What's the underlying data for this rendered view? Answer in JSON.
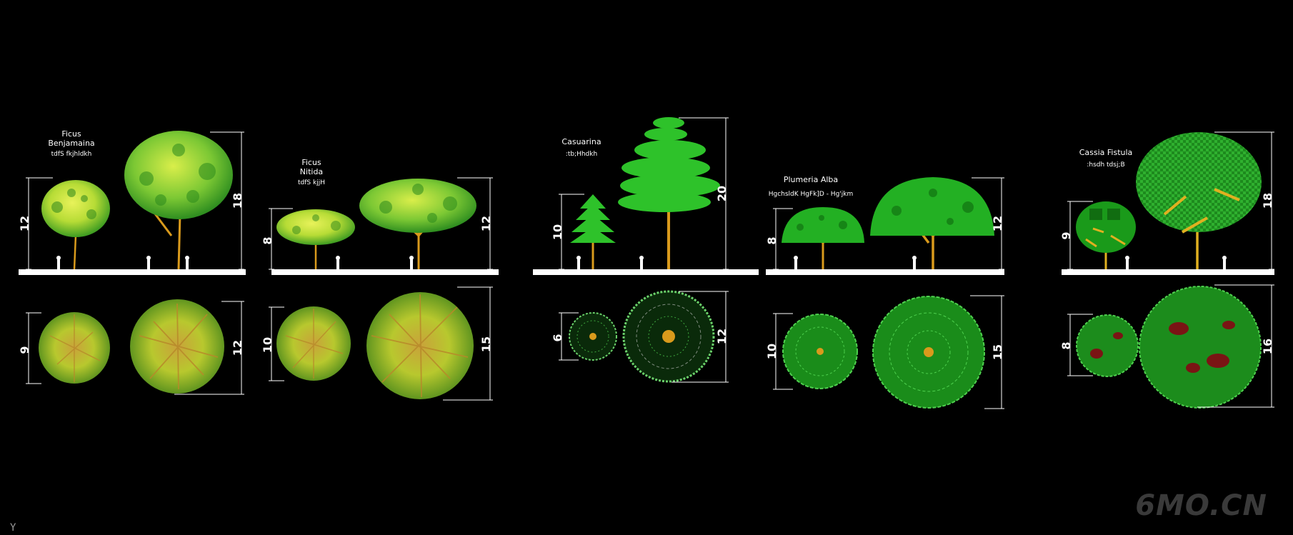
{
  "viewport": {
    "background": "#000000"
  },
  "colors": {
    "ground": "#ffffff",
    "dimension": "#ffffff",
    "trunk": "#d99a1c",
    "ficus_canopy_light": "#c8e63a",
    "ficus_canopy_dark": "#3fa82a",
    "casuarina": "#2ec22a",
    "plumeria": "#23b023",
    "cassia_canopy": "#1c8c1c",
    "cassia_flower": "#7a1414"
  },
  "groups": [
    {
      "id": "ficus-benjamina",
      "name": [
        "Ficus",
        "Benjamaina"
      ],
      "subtitle": "tdfS fkjhldkh",
      "elevation_dims": [
        "12",
        "18"
      ],
      "plan_dims": [
        "9",
        "12"
      ]
    },
    {
      "id": "ficus-nitida",
      "name": [
        "Ficus",
        "Nitida"
      ],
      "subtitle": "tdfS kjjH",
      "elevation_dims": [
        "8",
        "12"
      ],
      "plan_dims": [
        "10",
        "15"
      ]
    },
    {
      "id": "casuarina",
      "name": [
        "Casuarina"
      ],
      "subtitle": ":tb;Hhdkh",
      "elevation_dims": [
        "10",
        "20"
      ],
      "plan_dims": [
        "6",
        "12"
      ]
    },
    {
      "id": "plumeria-alba",
      "name": [
        "Plumeria  Alba"
      ],
      "subtitle": "HgchsldK HgFk]D -   Hg'jkm",
      "elevation_dims": [
        "8",
        "12"
      ],
      "plan_dims": [
        "10",
        "15"
      ]
    },
    {
      "id": "cassia-fistula",
      "name": [
        "Cassia  Fistula"
      ],
      "subtitle": ":hsdh tdsj;B",
      "elevation_dims": [
        "9",
        "18"
      ],
      "plan_dims": [
        "8",
        "16"
      ]
    }
  ],
  "ucs_icon": "Y",
  "watermark": "6MO.CN"
}
